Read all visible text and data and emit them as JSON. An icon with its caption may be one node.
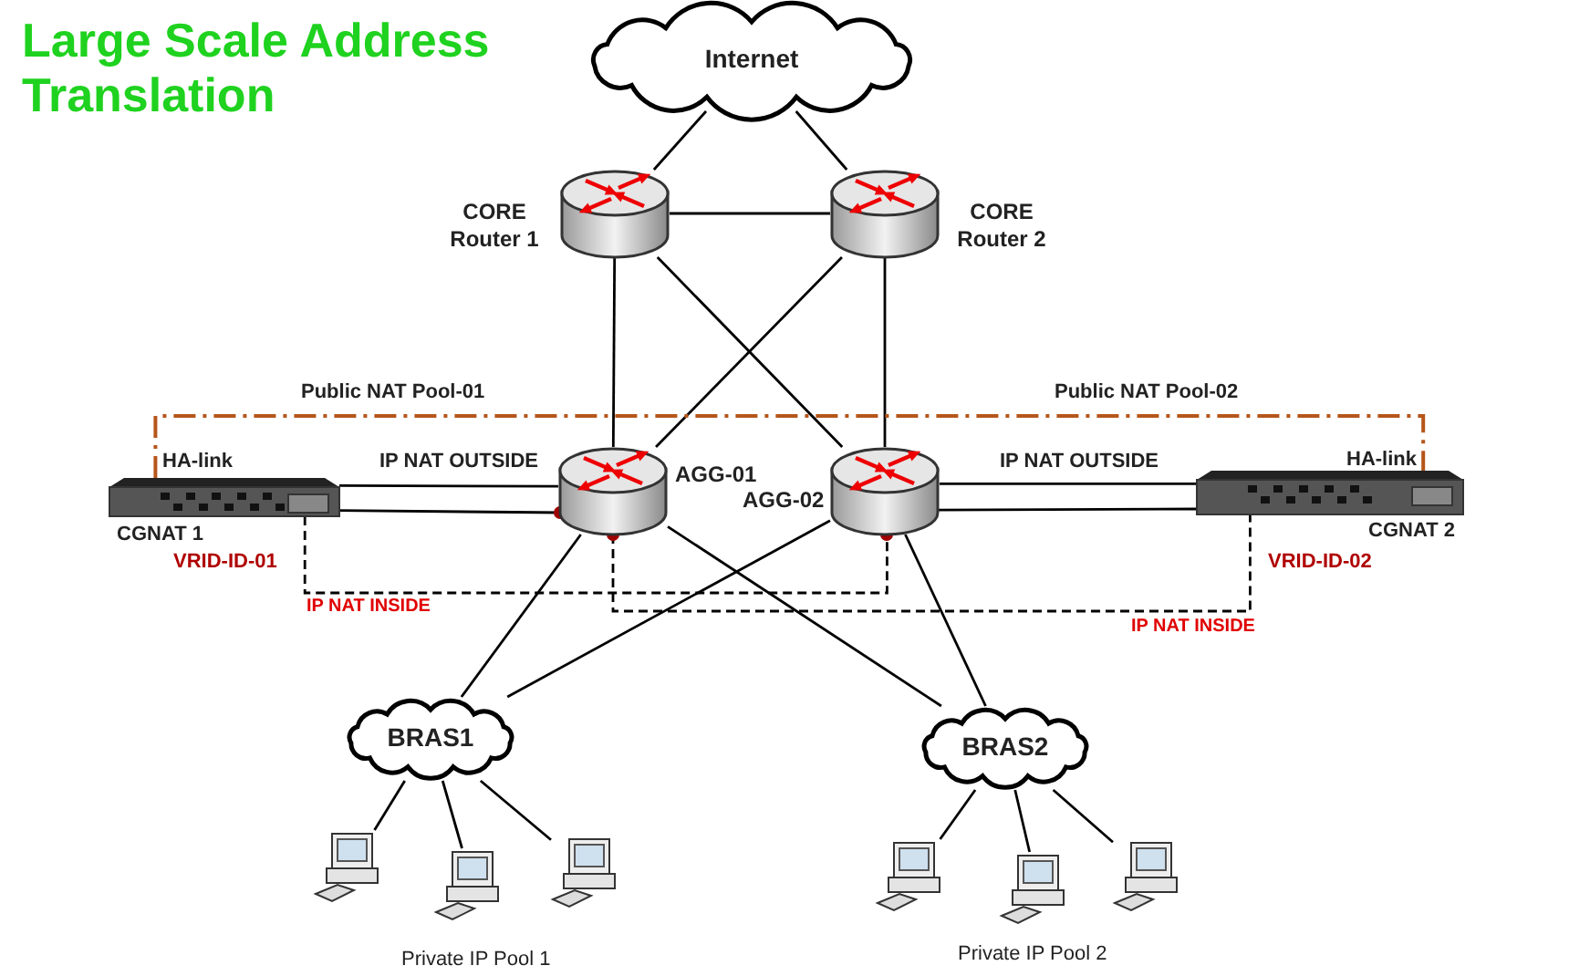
{
  "diagram": {
    "title": "Large Scale Address Translation",
    "nodes": [
      {
        "text": [
          "Internet"
        ]
      },
      {
        "text": [
          "CORE Router 1"
        ]
      },
      {
        "text": [
          "CORE Router 2"
        ]
      },
      {
        "text": [
          "CGNAT 1"
        ]
      },
      {
        "text": [
          "AGG-01"
        ]
      },
      {
        "text": [
          "AGG-02"
        ]
      },
      {
        "text": [
          "CGNAT 2"
        ]
      },
      {
        "text": [
          "BRAS1"
        ]
      },
      {
        "text": [
          "BRAS2"
        ]
      },
      {
        "text": [],
        "shape": "computer"
      },
      {
        "text": [],
        "shape": "computer"
      },
      {
        "text": [],
        "shape": "computer"
      },
      {
        "text": [],
        "shape": "computer"
      },
      {
        "text": [],
        "shape": "computer"
      },
      {
        "text": [],
        "shape": "computer"
      }
    ],
    "edges": [
      {
        "from": 0,
        "to": 1,
        "arrow": "none"
      },
      {
        "from": 0,
        "to": 2,
        "arrow": "none"
      },
      {
        "from": 1,
        "to": 2,
        "arrow": "none"
      },
      {
        "from": 1,
        "to": 4,
        "arrow": "none"
      },
      {
        "from": 1,
        "to": 5,
        "arrow": "none"
      },
      {
        "from": 2,
        "to": 4,
        "arrow": "none"
      },
      {
        "from": 2,
        "to": 5,
        "arrow": "none"
      },
      {
        "from": 3,
        "to": 4,
        "arrow": "none"
      },
      {
        "from": 3,
        "to": 4,
        "arrow": "none"
      },
      {
        "from": 5,
        "to": 6,
        "arrow": "none"
      },
      {
        "from": 5,
        "to": 6,
        "arrow": "none"
      },
      {
        "from": 3,
        "to": 6,
        "arrow": "none",
        "style": "dashed",
        "color": "#b5561b"
      },
      {
        "from": 3,
        "to": 5,
        "arrow": "none",
        "style": "dashed"
      },
      {
        "from": 4,
        "to": 6,
        "arrow": "none",
        "style": "dashed"
      },
      {
        "from": 4,
        "to": 7,
        "arrow": "none"
      },
      {
        "from": 4,
        "to": 8,
        "arrow": "none"
      },
      {
        "from": 5,
        "to": 7,
        "arrow": "none"
      },
      {
        "from": 5,
        "to": 8,
        "arrow": "none"
      },
      {
        "from": 7,
        "to": 9,
        "arrow": "none"
      },
      {
        "from": 7,
        "to": 10,
        "arrow": "none"
      },
      {
        "from": 7,
        "to": 11,
        "arrow": "none"
      },
      {
        "from": 8,
        "to": 12,
        "arrow": "none"
      },
      {
        "from": 8,
        "to": 13,
        "arrow": "none"
      },
      {
        "from": 8,
        "to": 14,
        "arrow": "none"
      }
    ],
    "labels": [
      "Public NAT Pool-01",
      "Public NAT Pool-02",
      "HA-link",
      "IP NAT OUTSIDE",
      "IP NAT OUTSIDE",
      "HA-link",
      "VRID-ID-01",
      "VRID-ID-02",
      "IP NAT INSIDE",
      "IP NAT INSIDE",
      "Private IP Pool 1",
      "Private IP Pool 2"
    ]
  }
}
